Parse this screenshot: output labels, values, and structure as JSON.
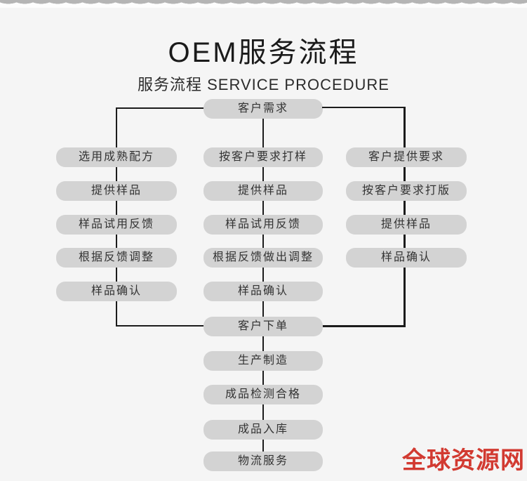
{
  "header": {
    "title": "OEM服务流程",
    "subtitle": "服务流程 SERVICE PROCEDURE"
  },
  "flow": {
    "start": "客户需求",
    "columns": [
      {
        "steps": [
          "选用成熟配方",
          "提供样品",
          "样品试用反馈",
          "根据反馈调整",
          "样品确认"
        ]
      },
      {
        "steps": [
          "按客户要求打样",
          "提供样品",
          "样品试用反馈",
          "根据反馈做出调整",
          "样品确认"
        ]
      },
      {
        "steps": [
          "客户提供要求",
          "按客户要求打版",
          "提供样品",
          "样品确认"
        ]
      }
    ],
    "merge": "客户下单",
    "tail": [
      "生产制造",
      "成品检测合格",
      "成品入库",
      "物流服务"
    ]
  },
  "watermark": {
    "text": "全球资源网",
    "color": "#d23a31"
  },
  "colors": {
    "background": "#f5f5f5",
    "node_fill": "#d3d3d3",
    "node_text": "#333333",
    "connector": "#1c1c1c",
    "torn_edge": "#b5b5b5",
    "watermark_red": "#d23a31"
  }
}
